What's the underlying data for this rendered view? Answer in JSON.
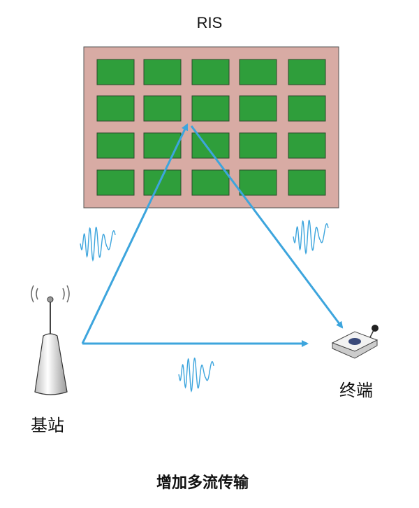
{
  "ris_label": "RIS",
  "terminal_label": "终端",
  "base_station_label": "基站",
  "title": "增加多流传输",
  "colors": {
    "panel": "#d8aba4",
    "element": "#2f9e3b",
    "arrow": "#3da5dd"
  },
  "ris_grid": {
    "rows": 4,
    "cols": 5
  }
}
